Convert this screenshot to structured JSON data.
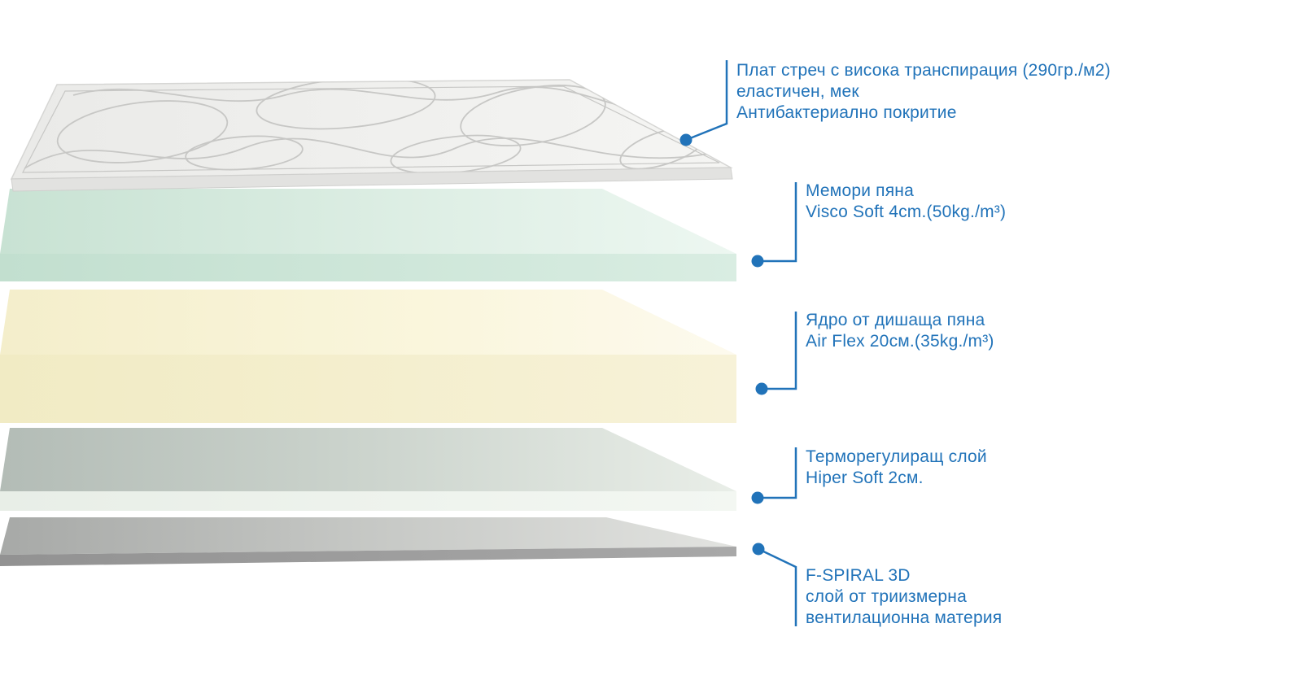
{
  "diagram": {
    "background": "#ffffff",
    "accent_color": "#2173b9",
    "layers": [
      {
        "id": "stretch-fabric-cover",
        "color": "#efefed",
        "lines": [
          "Плат стреч с висока транспирация (290гр./м2)",
          "еластичен, мек",
          "Антибактериално покритие"
        ]
      },
      {
        "id": "memory-foam",
        "color": "#cfe7da",
        "lines": [
          "Мемори пяна",
          "Visco Soft 4cm.(50kg./m³)"
        ]
      },
      {
        "id": "air-flex-core",
        "color": "#f7f2d6",
        "lines": [
          "Ядро от дишаща пяна",
          "Air Flex 20см.(35kg./m³)"
        ]
      },
      {
        "id": "thermo-regulating-layer",
        "color": "#ccd4cd",
        "lines": [
          "Терморегулиращ слой",
          "Hiper Soft 2см."
        ]
      },
      {
        "id": "f-spiral-3d",
        "color": "#b5b7b4",
        "lines": [
          "F-SPIRAL 3D",
          "слой от триизмерна",
          "вентилационна материя"
        ]
      }
    ]
  }
}
